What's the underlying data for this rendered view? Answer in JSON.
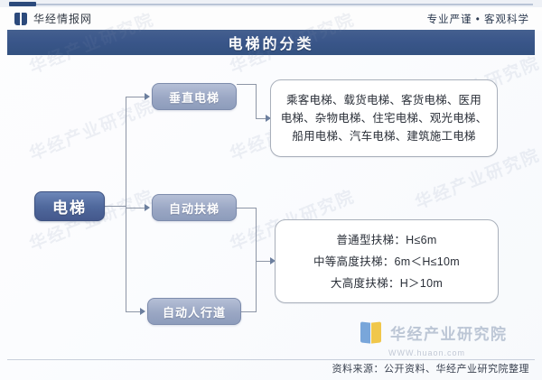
{
  "header": {
    "brand": "华经情报网",
    "brand_icon": "book-icon",
    "tagline": "专业严谨 • 客观科学",
    "accent_color": "#2c4a7c"
  },
  "title_bar": {
    "title": "电梯的分类",
    "background_color": "#3a568a",
    "text_color": "#ffffff"
  },
  "diagram": {
    "root": {
      "label": "电梯"
    },
    "categories": [
      {
        "label": "垂直电梯"
      },
      {
        "label": "自动扶梯"
      },
      {
        "label": "自动人行道"
      }
    ],
    "details": [
      {
        "lines": [
          "乘客电梯、载货电梯、客货电梯、医用",
          "电梯、杂物电梯、住宅电梯、观光电梯、",
          "船用电梯、汽车电梯、建筑施工电梯"
        ]
      },
      {
        "lines": [
          "普通型扶梯：H≤6m",
          "中等高度扶梯：6m＜H≤10m",
          "大高度扶梯：H＞10m"
        ]
      }
    ],
    "node_color": "#50699d",
    "category_color": "#9aa7c4",
    "line_color": "#8d96a6"
  },
  "watermark": {
    "text": "华经产业研究院",
    "corner_brand": "华经产业研究院",
    "corner_url": "WWW.huaon.com"
  },
  "footer": {
    "source": "资料来源：公开资料、华经产业研究院整理"
  }
}
